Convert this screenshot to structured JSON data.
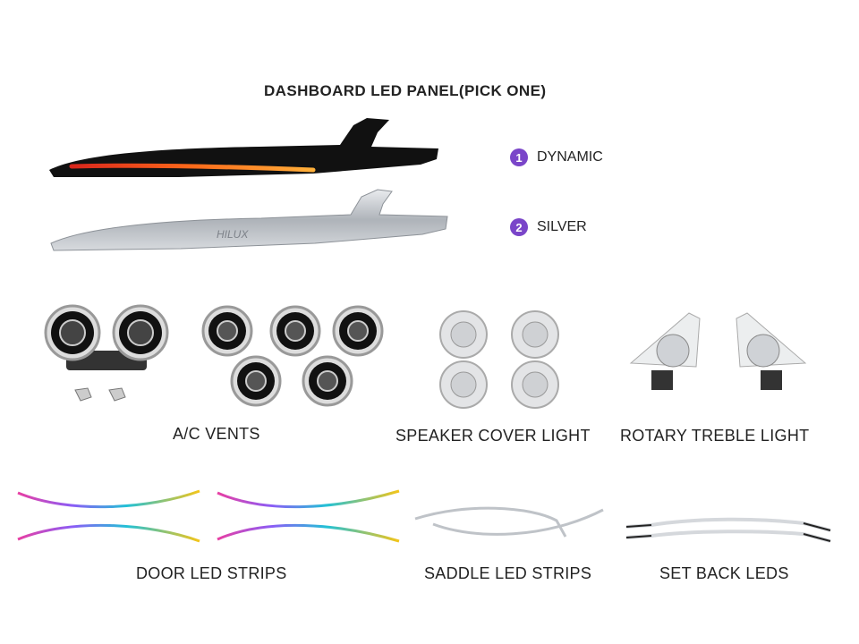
{
  "title": "DASHBOARD LED PANEL(PICK ONE)",
  "options": [
    {
      "number": "1",
      "label": "DYNAMIC"
    },
    {
      "number": "2",
      "label": "SILVER"
    }
  ],
  "panel_silver_text": "HILUX",
  "products": {
    "ac_vents": "A/C VENTS",
    "speaker_cover": "SPEAKER COVER LIGHT",
    "rotary_treble": "ROTARY TREBLE LIGHT",
    "door_strips": "DOOR LED STRIPS",
    "saddle_strips": "SADDLE LED STRIPS",
    "set_back": "SET BACK LEDS"
  },
  "colors": {
    "accent_purple": "#7a45c9",
    "led_amber": "#ff8a1e",
    "panel_black": "#111111",
    "panel_silver": "#c9ccd1"
  }
}
